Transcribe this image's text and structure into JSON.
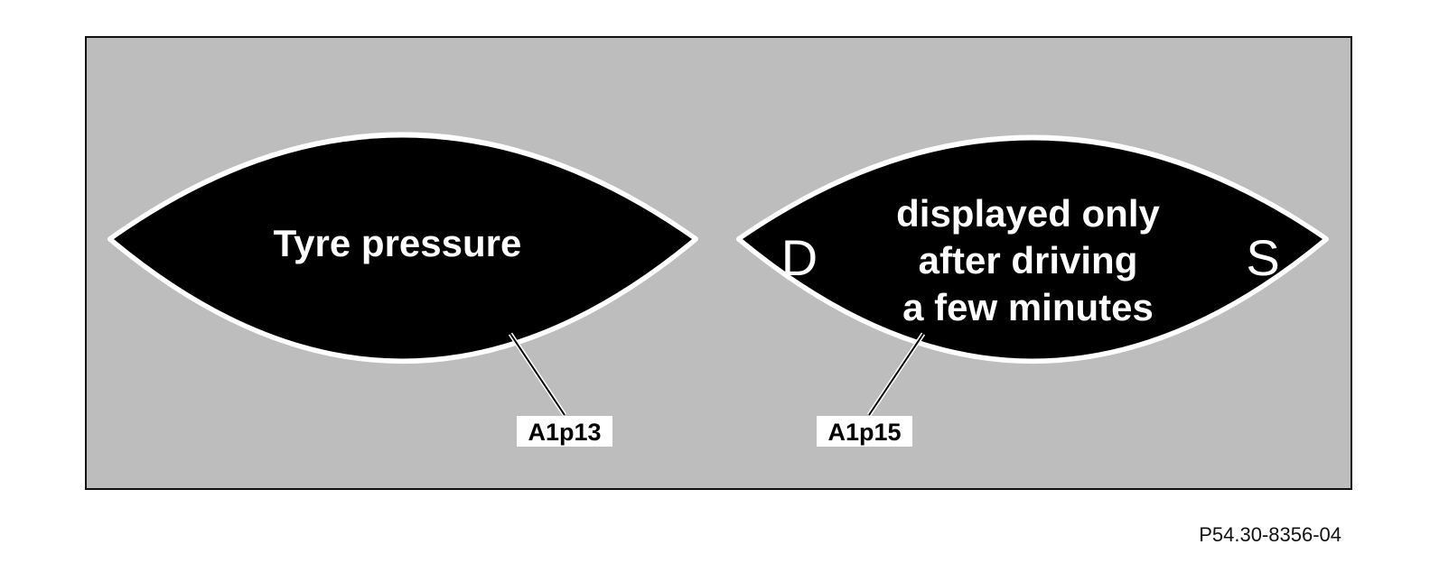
{
  "left_display": {
    "text": "Tyre pressure",
    "callout": "A1p13"
  },
  "right_display": {
    "letter_left": "D",
    "letter_right": "S",
    "lines": [
      "displayed only",
      "after driving",
      "a few minutes"
    ],
    "callout": "A1p15"
  },
  "figure_code": "P54.30-8356-04",
  "colors": {
    "panel_background": "#bdbdbd",
    "display_fill": "#000000",
    "display_text": "#ffffff",
    "callout_background": "#ffffff"
  }
}
